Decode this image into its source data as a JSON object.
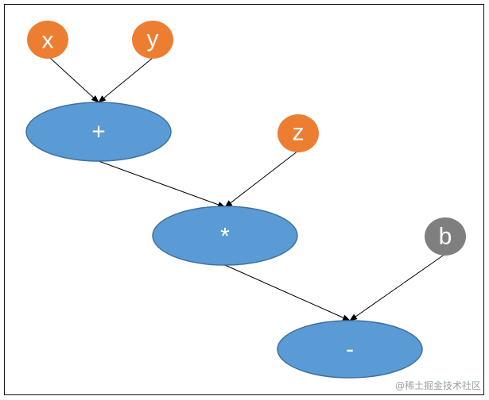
{
  "nodes": {
    "x": {
      "label": "x",
      "kind": "input",
      "color": "#ED7D31"
    },
    "y": {
      "label": "y",
      "kind": "input",
      "color": "#ED7D31"
    },
    "z": {
      "label": "z",
      "kind": "input",
      "color": "#ED7D31"
    },
    "b": {
      "label": "b",
      "kind": "bias",
      "color": "#7F7F7F"
    },
    "plus": {
      "label": "+",
      "kind": "operation",
      "color": "#5B9BD5"
    },
    "mult": {
      "label": "*",
      "kind": "operation",
      "color": "#5B9BD5"
    },
    "minus": {
      "label": "-",
      "kind": "operation",
      "color": "#5B9BD5"
    }
  },
  "edges": [
    {
      "from": "x",
      "to": "plus"
    },
    {
      "from": "y",
      "to": "plus"
    },
    {
      "from": "plus",
      "to": "mult"
    },
    {
      "from": "z",
      "to": "mult"
    },
    {
      "from": "mult",
      "to": "minus"
    },
    {
      "from": "b",
      "to": "minus"
    }
  ],
  "watermark": "@稀土掘金技术社区"
}
